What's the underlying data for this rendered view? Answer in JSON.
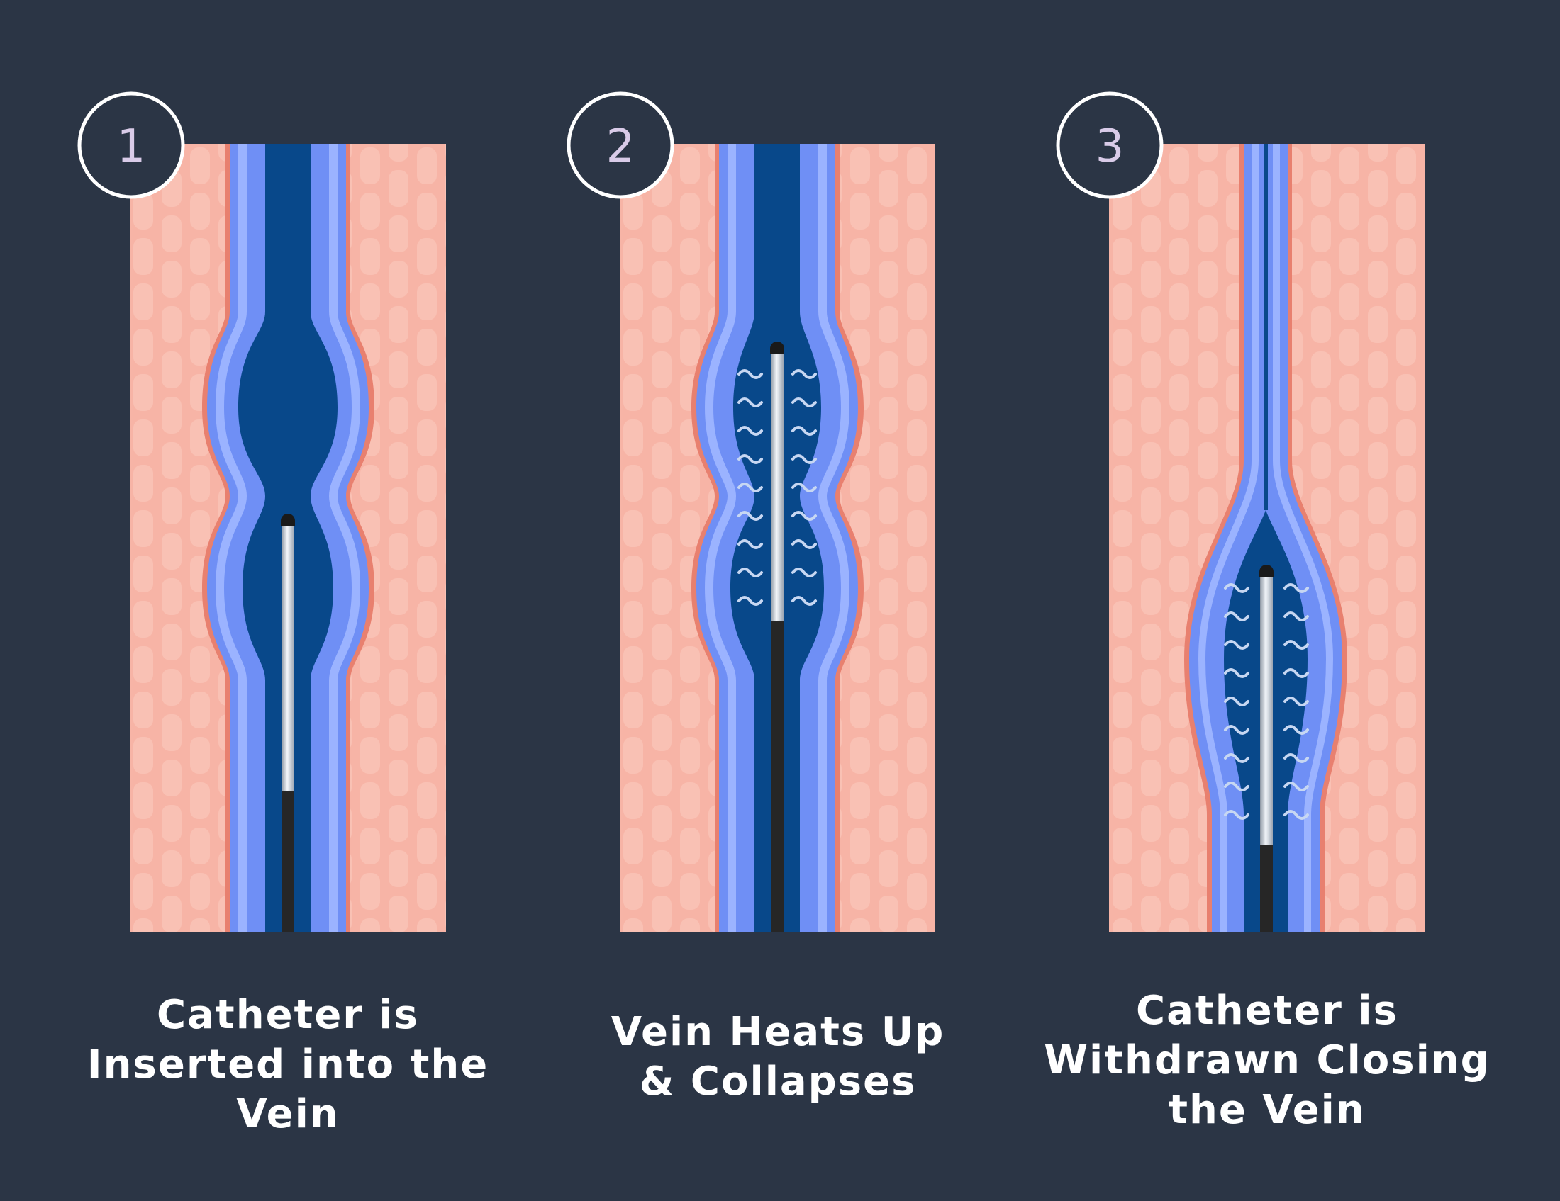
{
  "colors": {
    "background": "#2b3545",
    "tissue": "#f7b4a6",
    "tissue_texture": "#f9c5b8",
    "vein_edge": "#e8806f",
    "vein_wall": "#6f8ff5",
    "vein_highlight": "#9bb3ff",
    "lumen": "#08488a",
    "catheter_tip": "#b9c3cf",
    "catheter_sheath": "#262626",
    "heat_waves": "#c7d7f2",
    "badge_ring": "#ffffff",
    "badge_number": "#d9cbe8",
    "caption_text": "#ffffff"
  },
  "steps": [
    {
      "number": "1",
      "caption_lines": [
        "Catheter is",
        "Inserted into the",
        "Vein"
      ],
      "heat_waves": false
    },
    {
      "number": "2",
      "caption_lines": [
        "Vein Heats Up",
        "& Collapses"
      ],
      "heat_waves": true
    },
    {
      "number": "3",
      "caption_lines": [
        "Catheter is",
        "Withdrawn Closing",
        "the Vein"
      ],
      "heat_waves": true
    }
  ]
}
